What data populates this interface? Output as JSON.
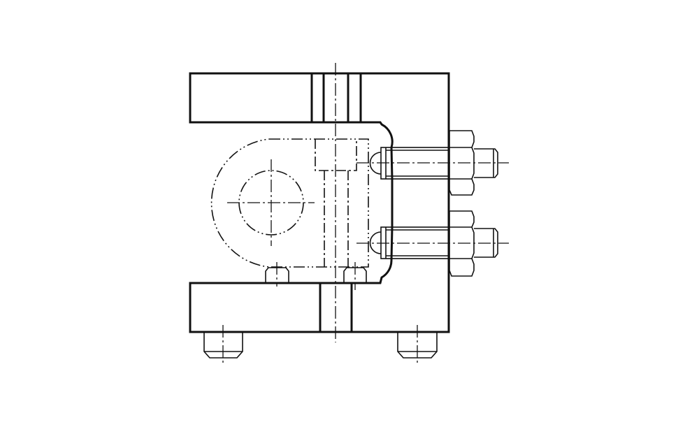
{
  "drawing": {
    "line_color": "#111111",
    "background": "#ffffff",
    "parts": [
      "top-plate",
      "bushing",
      "clamp-block",
      "bottom-plate",
      "clevis-eye",
      "set-screws",
      "hex-nuts",
      "feet-screws"
    ]
  }
}
